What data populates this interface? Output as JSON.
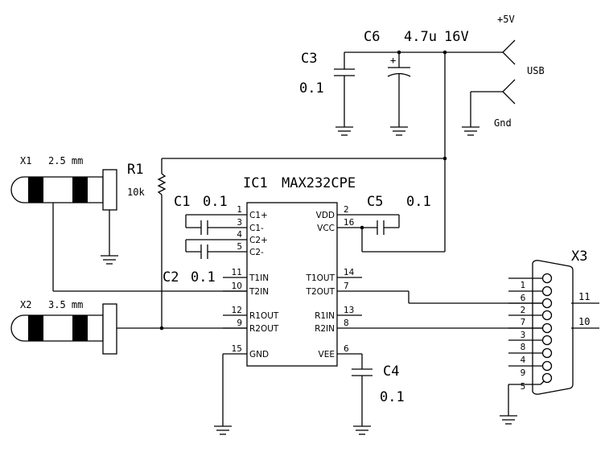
{
  "supply": {
    "plus5v": "+5V",
    "usb": "USB",
    "gnd": "Gnd"
  },
  "c3": {
    "ref": "C3",
    "value": "0.1"
  },
  "c6": {
    "ref": "C6",
    "value": "4.7u",
    "voltage": "16V",
    "polarity": "+"
  },
  "c1": {
    "ref": "C1",
    "value": "0.1"
  },
  "c2": {
    "ref": "C2",
    "value": "0.1"
  },
  "c4": {
    "ref": "C4",
    "value": "0.1"
  },
  "c5": {
    "ref": "C5",
    "value": "0.1"
  },
  "r1": {
    "ref": "R1",
    "value": "10k"
  },
  "x1": {
    "ref": "X1",
    "size": "2.5 mm"
  },
  "x2": {
    "ref": "X2",
    "size": "3.5 mm"
  },
  "x3": {
    "ref": "X3",
    "net_a": "11",
    "net_b": "10"
  },
  "ic1": {
    "ref": "IC1",
    "part": "MAX232CPE",
    "left_pins": [
      {
        "num": "1",
        "name": "C1+"
      },
      {
        "num": "3",
        "name": "C1-"
      },
      {
        "num": "4",
        "name": "C2+"
      },
      {
        "num": "5",
        "name": "C2-"
      },
      {
        "num": "11",
        "name": "T1IN"
      },
      {
        "num": "10",
        "name": "T2IN"
      },
      {
        "num": "12",
        "name": "R1OUT"
      },
      {
        "num": "9",
        "name": "R2OUT"
      },
      {
        "num": "15",
        "name": "GND"
      }
    ],
    "right_pins": [
      {
        "num": "2",
        "name": "VDD"
      },
      {
        "num": "16",
        "name": "VCC"
      },
      {
        "num": "14",
        "name": "T1OUT"
      },
      {
        "num": "7",
        "name": "T2OUT"
      },
      {
        "num": "13",
        "name": "R1IN"
      },
      {
        "num": "8",
        "name": "R2IN"
      },
      {
        "num": "6",
        "name": "VEE"
      }
    ]
  },
  "db9_pins": [
    "1",
    "6",
    "2",
    "7",
    "3",
    "8",
    "4",
    "9",
    "5"
  ]
}
